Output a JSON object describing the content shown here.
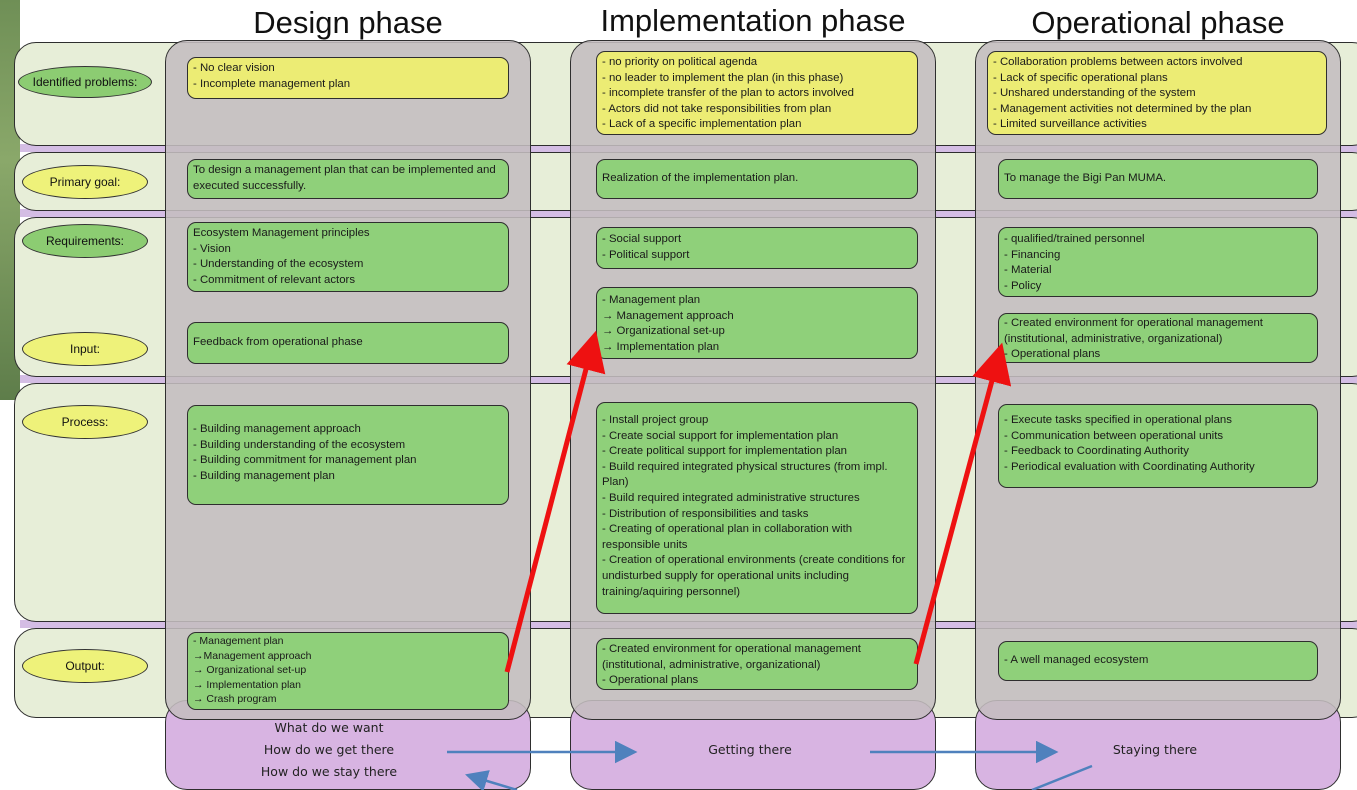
{
  "phases": [
    "Design phase",
    "Implementation phase",
    "Operational phase"
  ],
  "row_labels": {
    "identified_problems": "Identified problems:",
    "primary_goal": "Primary goal:",
    "requirements": "Requirements:",
    "input": "Input:",
    "process": "Process:",
    "output": "Output:"
  },
  "design": {
    "problems": [
      "- No clear vision",
      "- Incomplete management plan"
    ],
    "goal": "To design a management plan that can be implemented and executed successfully.",
    "requirements": [
      "Ecosystem Management principles",
      "- Vision",
      "- Understanding of the ecosystem",
      "- Commitment of relevant actors"
    ],
    "input": "Feedback from operational phase",
    "process": [
      "- Building management approach",
      "- Building understanding of the ecosystem",
      "- Building commitment for management plan",
      "- Building management plan"
    ],
    "output": [
      "- Management plan",
      "→Management approach",
      "→ Organizational set-up",
      "→ Implementation plan",
      "→ Crash program"
    ]
  },
  "implementation": {
    "problems": [
      "- no priority on political agenda",
      "- no leader to implement the plan (in this phase)",
      "- incomplete transfer of the plan to actors involved",
      "- Actors did not take responsibilities from plan",
      "- Lack of a specific implementation plan"
    ],
    "goal": "Realization of the implementation plan.",
    "requirements": [
      "- Social support",
      "- Political support"
    ],
    "input": [
      "- Management plan",
      "→ Management approach",
      "→ Organizational set-up",
      "→ Implementation plan"
    ],
    "process": [
      "- Install project group",
      "- Create social support for implementation plan",
      "- Create political support for implementation plan",
      "- Build required integrated physical structures (from impl. Plan)",
      "- Build required integrated administrative structures",
      "- Distribution of responsibilities and tasks",
      "- Creating of operational plan in collaboration with responsible units",
      "- Creation of operational environments (create conditions for undisturbed supply for operational units including training/aquiring personnel)"
    ],
    "output": [
      "- Created environment for operational management (institutional, administrative, organizational)",
      "- Operational plans"
    ]
  },
  "operational": {
    "problems": [
      "- Collaboration problems between actors involved",
      "- Lack of specific operational plans",
      "- Unshared understanding of the system",
      "- Management activities not determined by the plan",
      "- Limited surveillance activities"
    ],
    "goal": "To manage the Bigi Pan MUMA.",
    "requirements": [
      "- qualified/trained personnel",
      "- Financing",
      "- Material",
      "- Policy"
    ],
    "input": [
      "- Created environment for operational management (institutional, administrative, organizational)",
      "- Operational plans"
    ],
    "process": [
      "- Execute tasks specified in operational plans",
      "- Communication between operational units",
      "- Feedback to Coordinating Authority",
      "- Periodical evaluation with Coordinating Authority"
    ],
    "output": "- A well managed ecosystem"
  },
  "footer": {
    "design": [
      "What do we want",
      "How do we get there",
      "How do we stay there"
    ],
    "implementation": "Getting there",
    "operational": "Staying there"
  },
  "colors": {
    "green_box": "#8fd07a",
    "yellow_box": "#ecec74",
    "column": "#c4bdbf",
    "band": "#e7eed8",
    "bottom": "#d8b4e2",
    "red_arrow": "#ee1111",
    "blue_arrow": "#4f81bd"
  }
}
